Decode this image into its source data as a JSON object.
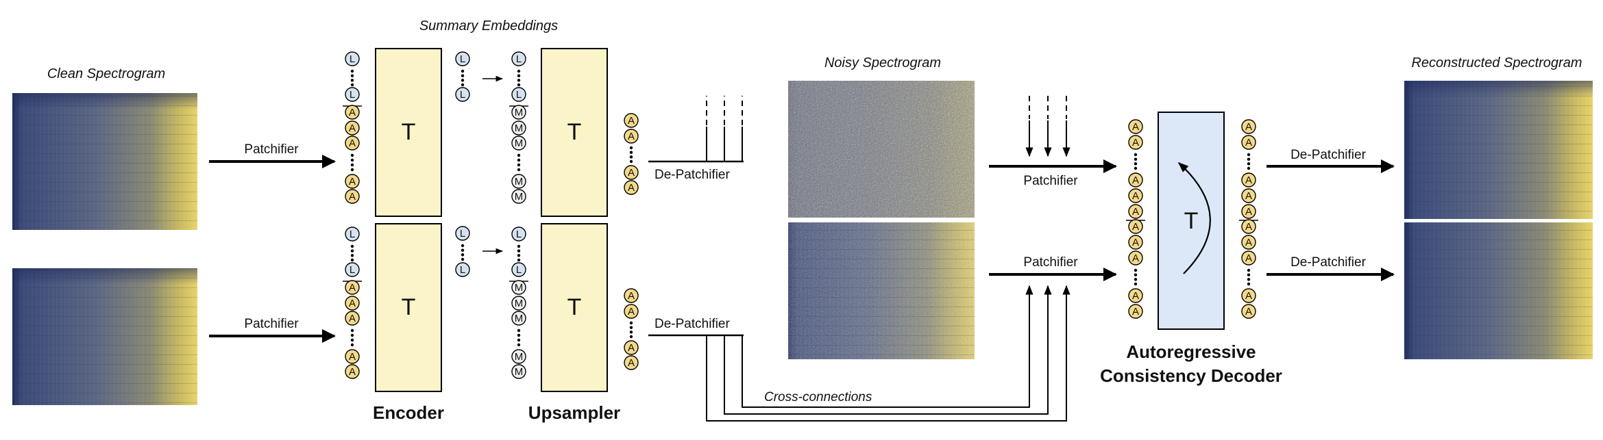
{
  "titles": {
    "clean": "Clean Spectrogram",
    "summary": "Summary Embeddings",
    "noisy": "Noisy Spectrogram",
    "reconstructed": "Reconstructed Spectrogram"
  },
  "labels": {
    "patchifier": "Patchifier",
    "depatchifier": "De-Patchifier",
    "cross": "Cross-connections"
  },
  "blocks": {
    "transformer": "T",
    "encoder": "Encoder",
    "upsampler": "Upsampler",
    "decoder_line1": "Autoregressive",
    "decoder_line2": "Consistency Decoder"
  },
  "tokens": {
    "latent": "L",
    "audio": "A",
    "mask": "M"
  },
  "colors": {
    "block_fill": "#fbf4c8",
    "decoder_fill": "#dce8f7",
    "latent_fill": "#d6e2ef",
    "audio_fill": "#f4d98a",
    "mask_fill": "#eeeeee",
    "spec_dark": "#2a3a6e",
    "spec_light": "#e6d36a"
  }
}
